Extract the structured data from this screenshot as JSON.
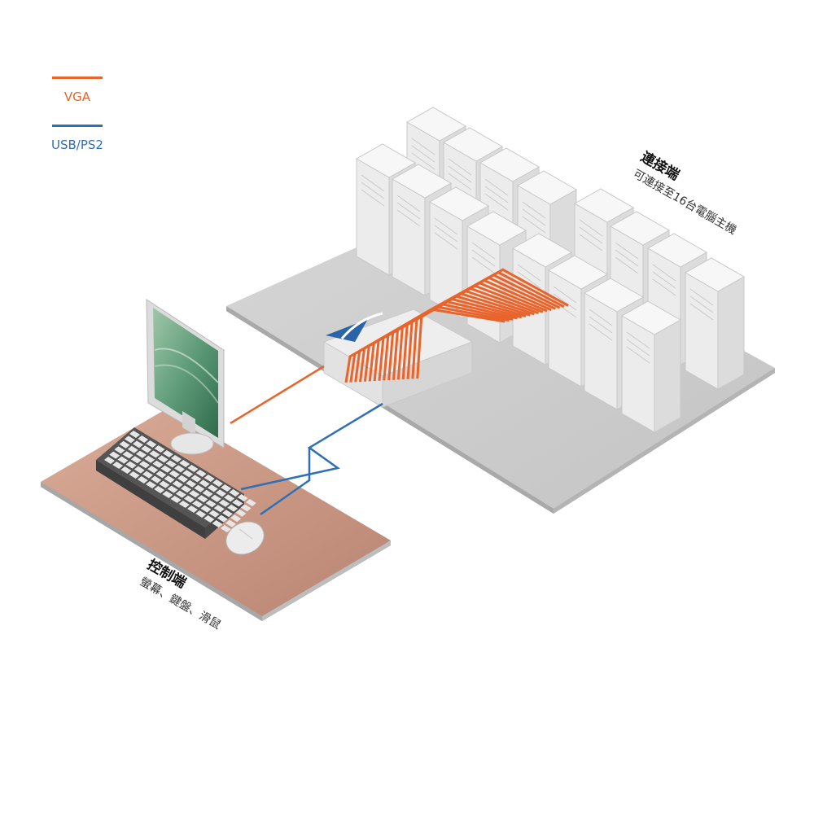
{
  "legend": {
    "items": [
      {
        "label": "VGA",
        "color": "#e8642a"
      },
      {
        "label": "USB/PS2",
        "color": "#2f6fb6"
      }
    ]
  },
  "host_side": {
    "title": "連接端",
    "subtitle": "可連接至16台電腦主機"
  },
  "console_side": {
    "title": "控制端",
    "subtitle": "螢幕、鍵盤、滑鼠"
  },
  "server_count": 16,
  "colors": {
    "vga": "#e8642a",
    "usb": "#2f6fb6",
    "platform": "#cfcfcf",
    "desk": "#c99a86",
    "server": "#f1f1f1",
    "kvm_accent": "#2b63a8"
  },
  "icons": [
    "monitor-icon",
    "keyboard-icon",
    "mouse-icon",
    "kvm-switch-icon",
    "server-tower-icon"
  ]
}
